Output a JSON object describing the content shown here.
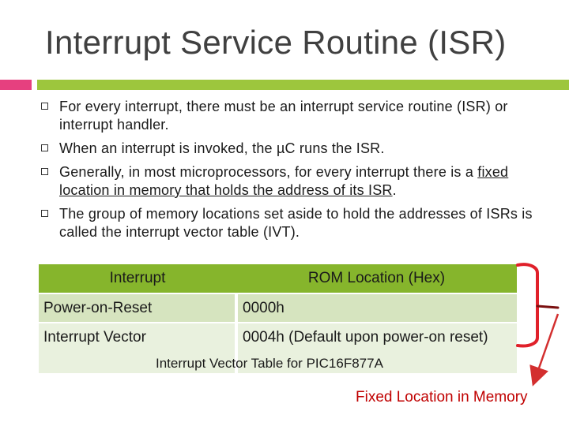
{
  "slide": {
    "title": "Interrupt Service Routine (ISR)",
    "accent_pink": "#e6407f",
    "accent_green": "#9dc63d"
  },
  "bullets": [
    "For every interrupt, there must be an interrupt service routine (ISR) or interrupt handler.",
    "When an interrupt is invoked, the µC runs the ISR.",
    {
      "pre": "Generally, in most microprocessors, for every interrupt there is a ",
      "underlined": "fixed location in memory that holds the address of its ISR",
      "post": "."
    },
    "The group of memory locations set aside to hold the addresses of ISRs is called the interrupt vector table (IVT)."
  ],
  "table": {
    "headers": [
      "Interrupt",
      "ROM Location (Hex)"
    ],
    "rows": [
      [
        "Power-on-Reset",
        "0000h"
      ],
      [
        "Interrupt Vector",
        "0004h (Default upon power-on reset)"
      ]
    ],
    "caption": "Interrupt Vector Table for PIC16F877A",
    "header_color": "#86b52c"
  },
  "annotation": {
    "label": "Fixed Location in Memory",
    "color": "#c00000"
  }
}
